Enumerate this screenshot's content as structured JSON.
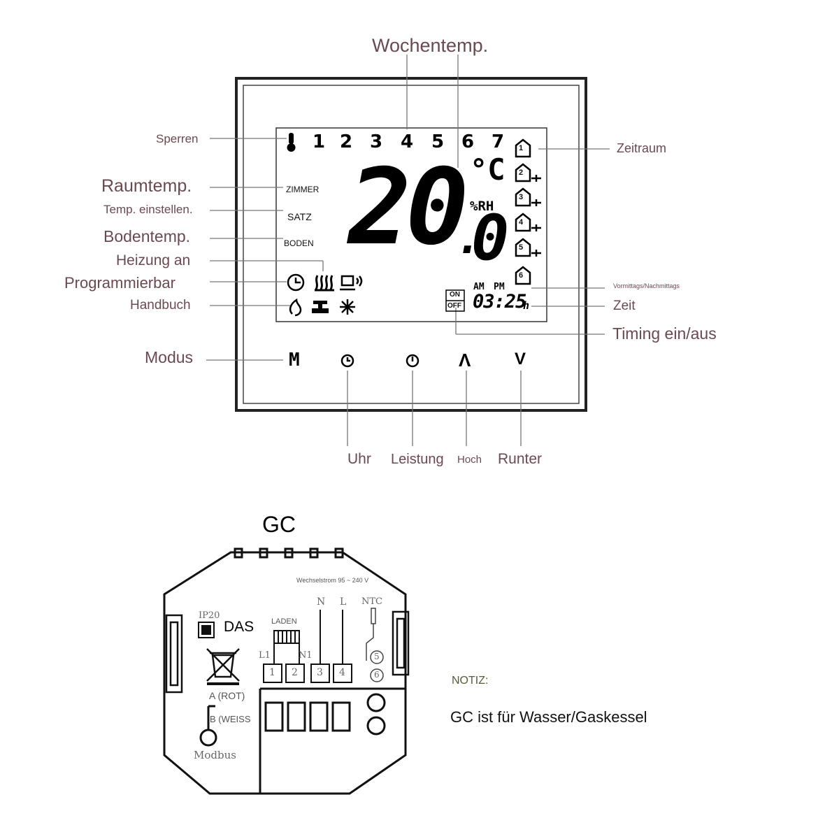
{
  "thermostat": {
    "title_top": "Wochentemp.",
    "labels_left": {
      "lock": "Sperren",
      "room_temp": "Raumtemp.",
      "set_temp": "Temp. einstellen.",
      "floor_temp": "Bodentemp.",
      "heating_on": "Heizung an",
      "programmable": "Programmierbar",
      "manual": "Handbuch",
      "mode": "Modus"
    },
    "labels_right": {
      "period": "Zeitraum",
      "am_pm": "Vormittags/Nachmittags",
      "time": "Zeit",
      "timing": "Timing ein/aus"
    },
    "labels_bottom": {
      "clock": "Uhr",
      "power": "Leistung",
      "up": "Hoch",
      "down": "Runter"
    },
    "lcd": {
      "days": [
        "1",
        "2",
        "3",
        "4",
        "5",
        "6",
        "7"
      ],
      "zimmer": "ZIMMER",
      "satz": "SATZ",
      "boden": "BODEN",
      "temperature_main": "20",
      "temperature_dot": ".",
      "temperature_decimal": "0",
      "unit_celsius": "°C",
      "humidity": "%RH",
      "am": "AM",
      "pm": "PM",
      "clock_time": "03:25",
      "clock_suffix": "h",
      "timer_on": "ON",
      "timer_off": "OFF",
      "periods": [
        "1",
        "2",
        "3",
        "4",
        "5",
        "6"
      ]
    },
    "buttons": {
      "mode": "M",
      "clock_icon": "clock-icon",
      "power_icon": "power-icon",
      "up": "Λ",
      "down": "V"
    }
  },
  "wiring": {
    "title": "GC",
    "supply": "Wechselstrom 95 ~ 240 V",
    "ip": "IP20",
    "das": "DAS",
    "laden": "LADEN",
    "l1": "L1",
    "n1": "N1",
    "n": "N",
    "l": "L",
    "ntc": "NTC",
    "terminals": [
      "1",
      "2",
      "3",
      "4"
    ],
    "ntc_terminals": [
      "5",
      "6"
    ],
    "a_rot": "A (ROT)",
    "b_weiss": "B (WEISS",
    "modbus": "Modbus"
  },
  "note": {
    "label": "NOTIZ:",
    "text": "GC ist für Wasser/Gaskessel"
  },
  "colors": {
    "label": "#6b4a4f",
    "note_label": "#5a5a3a",
    "line": "#777777"
  }
}
